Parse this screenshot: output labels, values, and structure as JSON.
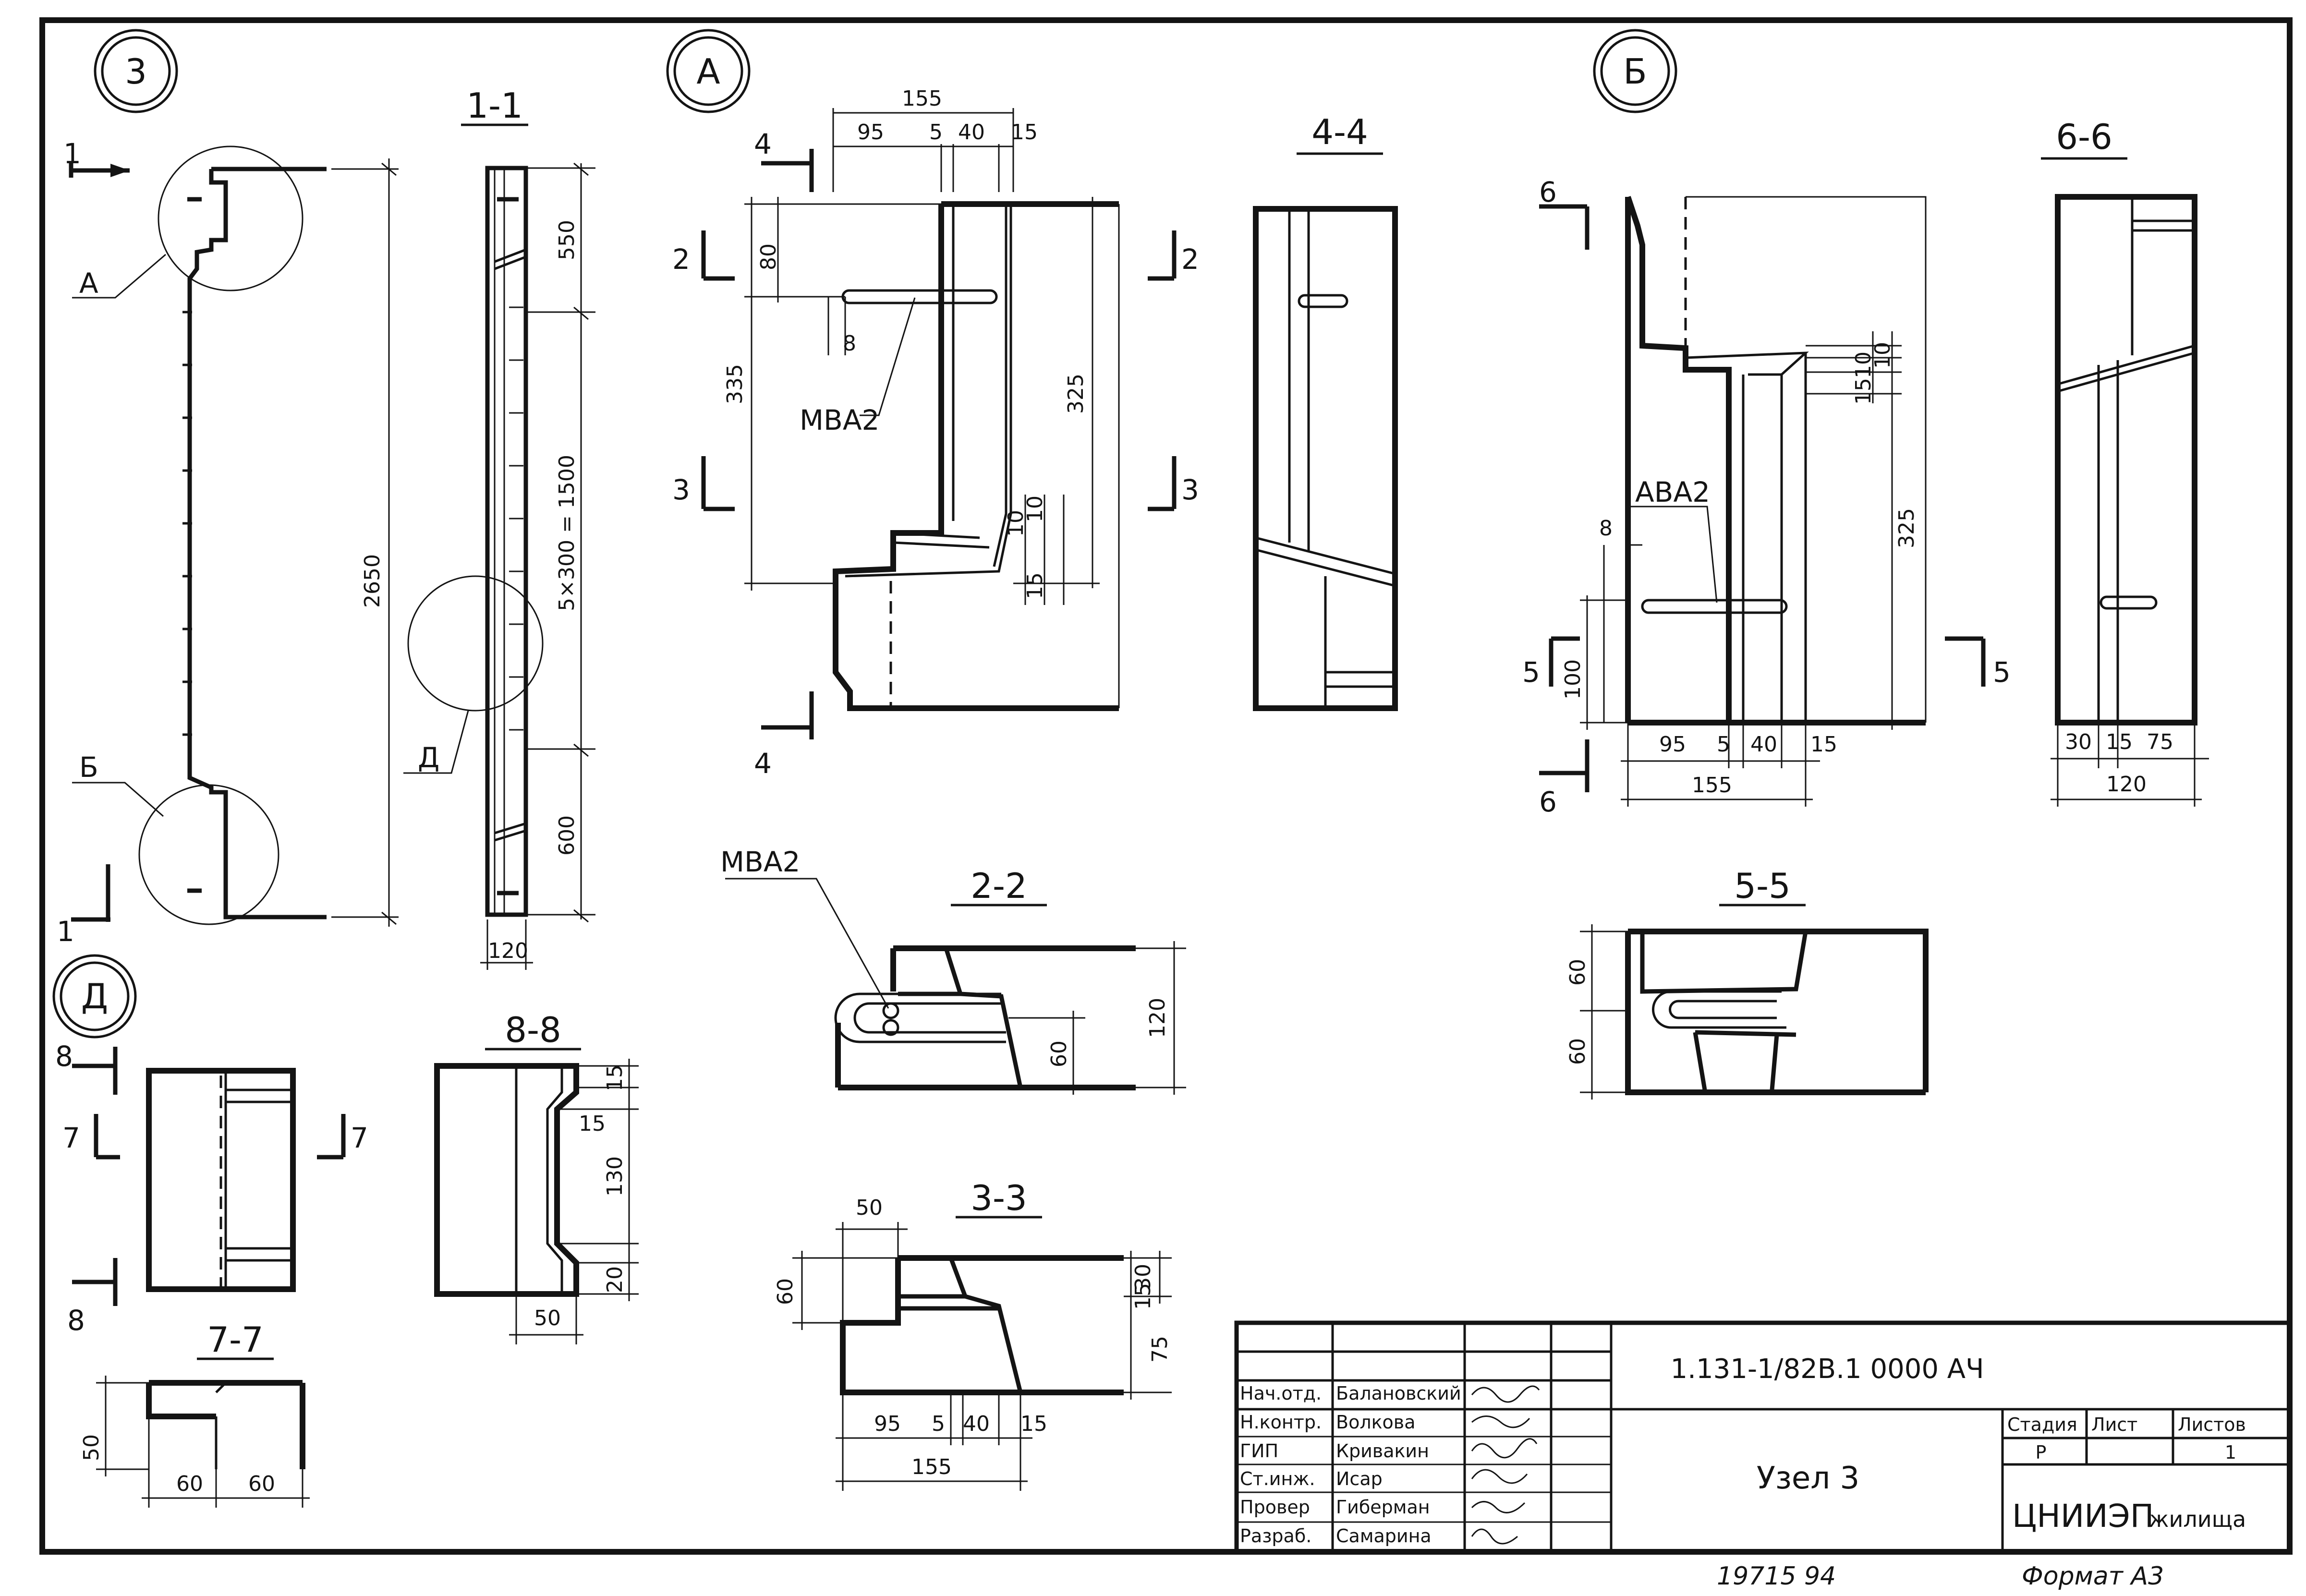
{
  "views": {
    "v3": {
      "label": "3",
      "section": "1",
      "callout_a": "А",
      "callout_b": "Б",
      "height": "2650"
    },
    "s11": {
      "title": "1-1",
      "top": "550",
      "mid": "5×300 = 1500",
      "bottom": "600",
      "width": "120",
      "callout": "Д"
    },
    "viewA": {
      "label": "А",
      "d155": "155",
      "d95": "95",
      "d5": "5",
      "d40": "40",
      "d15": "15",
      "d80": "80",
      "d335": "335",
      "d8": "8",
      "d325": "325",
      "d10a": "10",
      "d10b": "10",
      "d15b": "15",
      "rebar": "МВА2",
      "cut2": "2",
      "cut3": "3",
      "cut4": "4"
    },
    "s44": {
      "title": "4-4"
    },
    "viewB": {
      "label": "Б",
      "d10a": "10",
      "d10b": "10",
      "d15": "15",
      "d325": "325",
      "d8": "8",
      "d100": "100",
      "d95": "95",
      "d5": "5",
      "d40": "40",
      "d15b": "15",
      "d155": "155",
      "rebar": "АВА2",
      "cut5": "5",
      "cut6": "6"
    },
    "s66": {
      "title": "6-6",
      "d30": "30",
      "d15": "15",
      "d75": "75",
      "d120": "120"
    },
    "s22": {
      "title": "2-2",
      "rebar": "МВА2",
      "d120": "120",
      "d60": "60"
    },
    "s33": {
      "title": "3-3",
      "d50": "50",
      "d60": "60",
      "d15": "15",
      "d30": "30",
      "d75": "75",
      "d95": "95",
      "d5": "5",
      "d40": "40",
      "d15b": "15",
      "d155": "155"
    },
    "s55": {
      "title": "5-5",
      "d60a": "60",
      "d60b": "60"
    },
    "viewD": {
      "label": "Д",
      "cut7": "7",
      "cut8": "8"
    },
    "s88": {
      "title": "8-8",
      "d15a": "15",
      "d15b": "15",
      "d130": "130",
      "d20": "20",
      "d50": "50"
    },
    "s77": {
      "title": "7-7",
      "d50": "50",
      "d60a": "60",
      "d60b": "60"
    }
  },
  "title_block": {
    "doc_code": "1.131-1/82В.1 0000 АЧ",
    "drawing_name": "Узел 3",
    "stage_label": "Стадия",
    "sheet_label": "Лист",
    "sheets_label": "Листов",
    "stage": "Р",
    "sheets": "1",
    "org": "ЦНИИЭП",
    "org_sub": "жилища",
    "roles": [
      {
        "role": "Нач.отд.",
        "name": "Балановский"
      },
      {
        "role": "Н.контр.",
        "name": "Волкова"
      },
      {
        "role": "ГИП",
        "name": "Кривакин"
      },
      {
        "role": "Ст.инж.",
        "name": "Исар"
      },
      {
        "role": "Провер",
        "name": "Гиберман"
      },
      {
        "role": "Разраб.",
        "name": "Самарина"
      }
    ]
  },
  "footer": {
    "inventory": "19715 94",
    "format": "Формат А3"
  },
  "colors": {
    "ink": "#141414",
    "paper": "#ffffff"
  }
}
